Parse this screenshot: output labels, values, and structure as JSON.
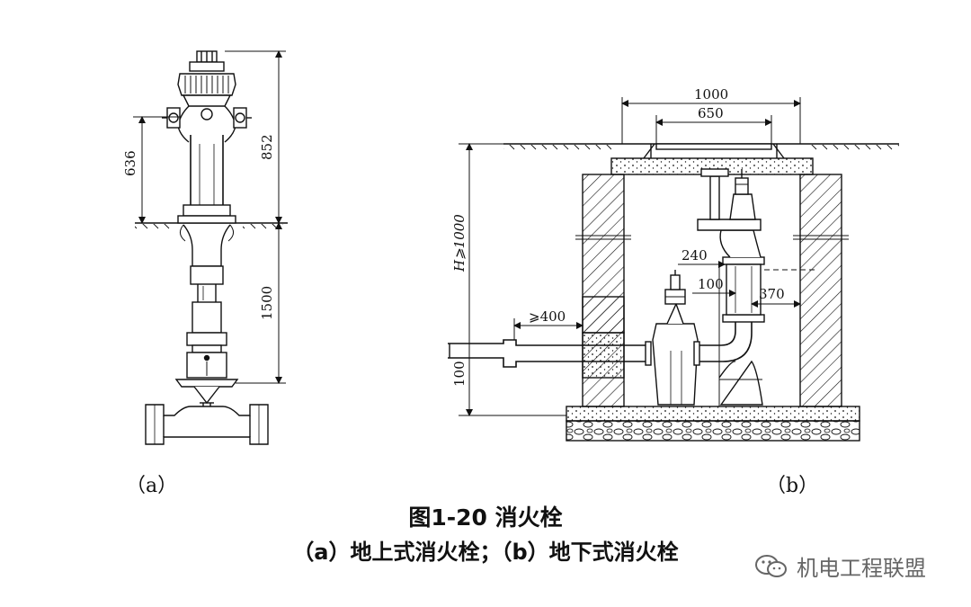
{
  "figure": {
    "title": "图1-20 消火栓",
    "subtitle": "（a）地上式消火栓；（b）地下式消火栓",
    "label_a": "（a）",
    "label_b": "（b）"
  },
  "diagram_a": {
    "dims": [
      "636",
      "852",
      "1500"
    ]
  },
  "diagram_b": {
    "dims": [
      "1000",
      "650",
      "H⩾1000",
      "240",
      "100",
      "370",
      "⩾400",
      "100"
    ]
  },
  "watermark": {
    "text": "机电工程联盟",
    "icon": "wechat-icon"
  },
  "colors": {
    "line": "#111111",
    "watermark": "#666666",
    "background": "#ffffff"
  }
}
